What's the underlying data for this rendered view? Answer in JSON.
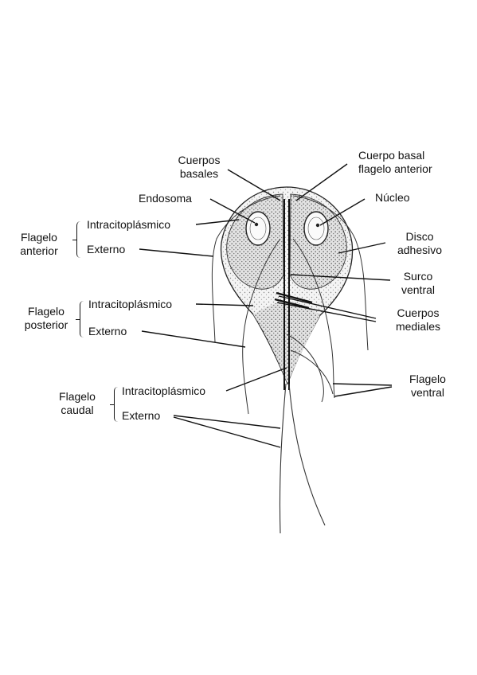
{
  "labels": {
    "cuerpos_basales": "Cuerpos\nbasales",
    "cuerpo_basal_flagelo_anterior": "Cuerpo basal\nflagelo anterior",
    "endosoma": "Endosoma",
    "nucleo": "Núcleo",
    "disco_adhesivo": "Disco\nadhesivo",
    "surco_ventral": "Surco\nventral",
    "cuerpos_mediales": "Cuerpos\nmediales",
    "flagelo_ventral": "Flagelo\nventral"
  },
  "groups": [
    {
      "title": "Flagelo\nanterior",
      "sub1": "Intracitoplásmico",
      "sub2": "Externo"
    },
    {
      "title": "Flagelo\nposterior",
      "sub1": "Intracitoplásmico",
      "sub2": "Externo"
    },
    {
      "title": "Flagelo\ncaudal",
      "sub1": "Intracitoplásmico",
      "sub2": "Externo"
    }
  ]
}
